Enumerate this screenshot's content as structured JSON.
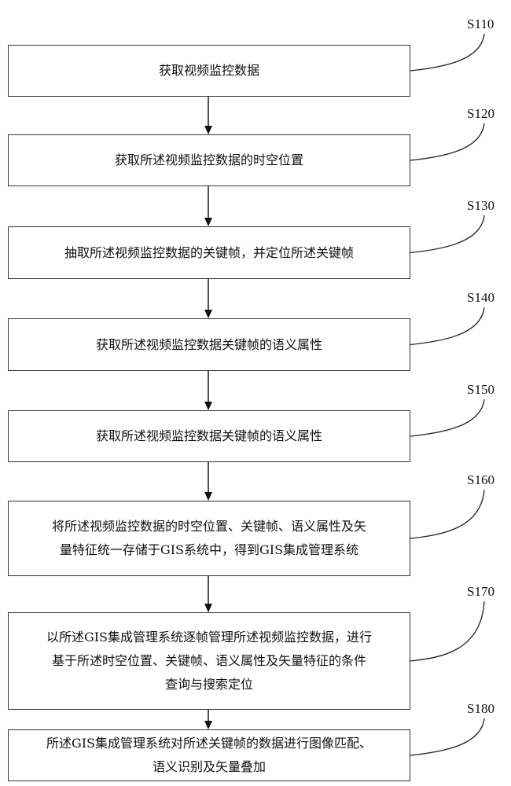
{
  "flowchart": {
    "steps": [
      {
        "id": "S110",
        "text": "获取视频监控数据"
      },
      {
        "id": "S120",
        "text": "获取所述视频监控数据的时空位置"
      },
      {
        "id": "S130",
        "text": "抽取所述视频监控数据的关键帧，并定位所述关键帧"
      },
      {
        "id": "S140",
        "text": "获取所述视频监控数据关键帧的语义属性"
      },
      {
        "id": "S150",
        "text": "获取所述视频监控数据关键帧的语义属性"
      },
      {
        "id": "S160",
        "text": "将所述视频监控数据的时空位置、关键帧、语义属性及矢\n量特征统一存储于GIS系统中，得到GIS集成管理系统"
      },
      {
        "id": "S170",
        "text": "以所述GIS集成管理系统逐帧管理所述视频监控数据，进行\n基于所述时空位置、关键帧、语义属性及矢量特征的条件\n查询与搜索定位"
      },
      {
        "id": "S180",
        "text": "所述GIS集成管理系统对所述关键帧的数据进行图像匹配、\n语义识别及矢量叠加"
      }
    ]
  }
}
